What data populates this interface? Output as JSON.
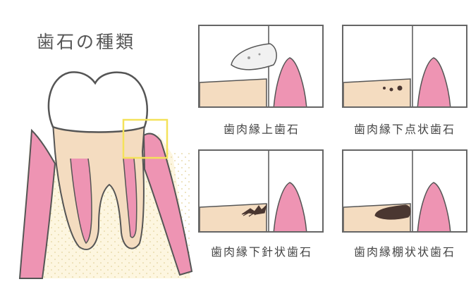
{
  "title": "歯石の種類",
  "colors": {
    "gum": "#ee94b3",
    "gum_stroke": "#c97a96",
    "dentin": "#f4dcc0",
    "bone": "#fdf6e0",
    "outline": "#555555",
    "highlight_box": "#f4e25a",
    "calculus_dark": "#4a3731"
  },
  "panels": [
    {
      "id": "supragingival",
      "caption": "歯肉縁上歯石"
    },
    {
      "id": "subgingival-spots",
      "caption": "歯肉縁下点状歯石"
    },
    {
      "id": "subgingival-needle",
      "caption": "歯肉縁下針状歯石"
    },
    {
      "id": "subgingival-shelf",
      "caption": "歯肉縁棚状状歯石"
    }
  ]
}
